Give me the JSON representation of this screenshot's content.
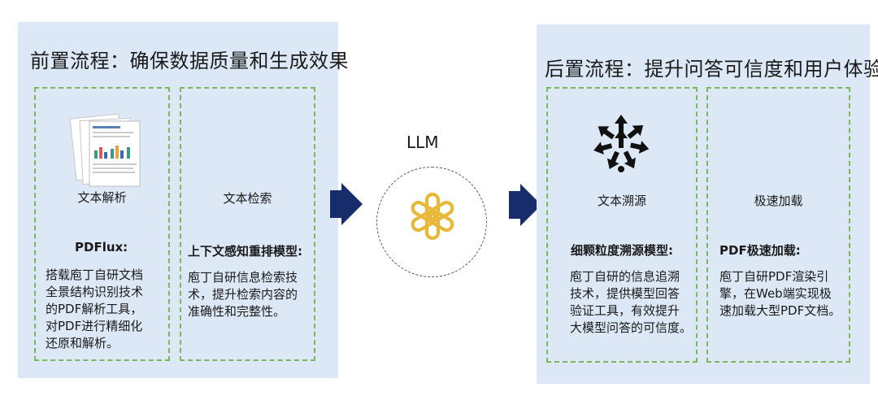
{
  "pre": {
    "title": "前置流程：确保数据质量和生成效果",
    "cards": [
      {
        "label": "文本解析",
        "subtitle": "PDFlux:",
        "desc": [
          "搭载庖丁自研文档",
          "全景结构识别技术",
          "的PDF解析工具，",
          "对PDF进行精细化",
          "还原和解析。"
        ]
      },
      {
        "label": "文本检索",
        "subtitle": "上下文感知重排模型:",
        "desc": [
          "庖丁自研信息检索技",
          "术，提升检索内容的",
          "准确性和完整性。"
        ]
      }
    ]
  },
  "center": {
    "label": "LLM",
    "logo_color": "#e8b938"
  },
  "post": {
    "title": "后置流程：提升问答可信度和用户体验",
    "cards": [
      {
        "label": "文本溯源",
        "subtitle": "细颗粒度溯源模型:",
        "desc": [
          "庖丁自研的信息追溯",
          "技术，提供模型回答",
          "验证工具，有效提升",
          "大模型问答的可信度。"
        ]
      },
      {
        "label": "极速加载",
        "subtitle": "PDF极速加载:",
        "desc": [
          "庖丁自研PDF渲染引",
          "擎，在Web端实现极",
          "速加载大型PDF文档。"
        ]
      }
    ]
  },
  "colors": {
    "panel_bg": "#dce8f5",
    "dashed_border": "#7cb65d",
    "arrow": "#172d6b"
  }
}
